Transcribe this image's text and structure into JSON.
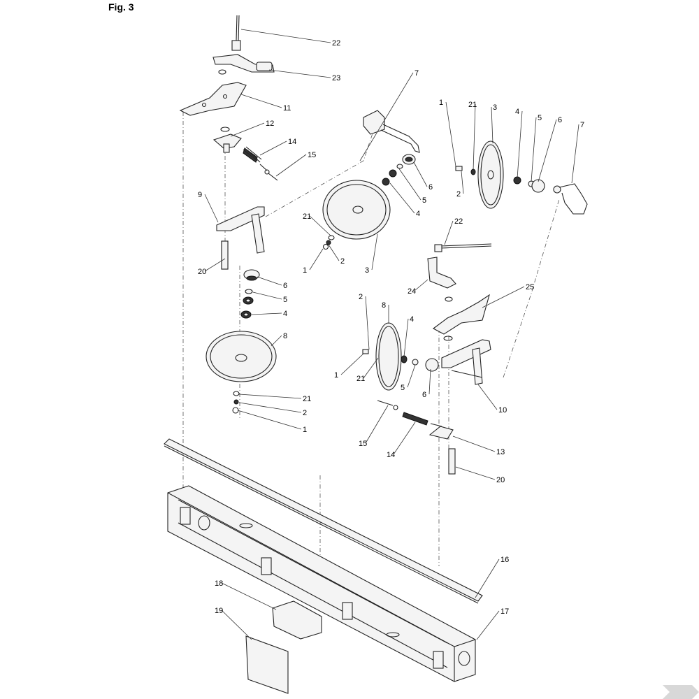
{
  "figure": {
    "title": "Fig. 3"
  },
  "callouts": [
    {
      "label": "22"
    },
    {
      "label": "23"
    },
    {
      "label": "11"
    },
    {
      "label": "12"
    },
    {
      "label": "14"
    },
    {
      "label": "15"
    },
    {
      "label": "9"
    },
    {
      "label": "20"
    },
    {
      "label": "6"
    },
    {
      "label": "5"
    },
    {
      "label": "4"
    },
    {
      "label": "8"
    },
    {
      "label": "21"
    },
    {
      "label": "2"
    },
    {
      "label": "1"
    },
    {
      "label": "7"
    },
    {
      "label": "21"
    },
    {
      "label": "2"
    },
    {
      "label": "1"
    },
    {
      "label": "3"
    },
    {
      "label": "6"
    },
    {
      "label": "5"
    },
    {
      "label": "4"
    },
    {
      "label": "1"
    },
    {
      "label": "21"
    },
    {
      "label": "3"
    },
    {
      "label": "4"
    },
    {
      "label": "5"
    },
    {
      "label": "6"
    },
    {
      "label": "7"
    },
    {
      "label": "2"
    },
    {
      "label": "22"
    },
    {
      "label": "24"
    },
    {
      "label": "25"
    },
    {
      "label": "2"
    },
    {
      "label": "8"
    },
    {
      "label": "4"
    },
    {
      "label": "1"
    },
    {
      "label": "21"
    },
    {
      "label": "5"
    },
    {
      "label": "6"
    },
    {
      "label": "10"
    },
    {
      "label": "15"
    },
    {
      "label": "14"
    },
    {
      "label": "13"
    },
    {
      "label": "20"
    },
    {
      "label": "16"
    },
    {
      "label": "18"
    },
    {
      "label": "19"
    },
    {
      "label": "17"
    }
  ],
  "logo": {
    "icon": "brand-k-logo-icon"
  }
}
